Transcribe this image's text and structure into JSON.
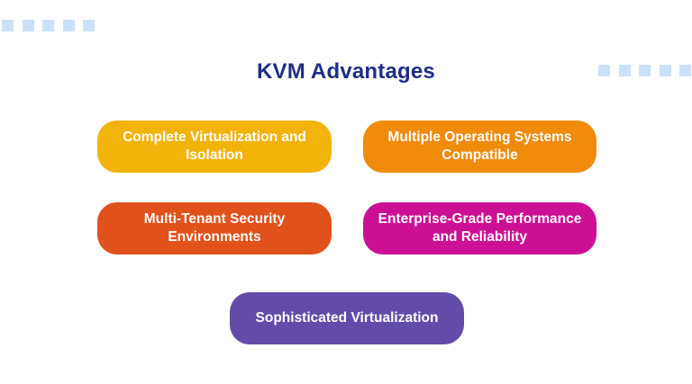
{
  "page": {
    "background_color": "#ffffff"
  },
  "title": {
    "text": "KVM Advantages",
    "color": "#1e2e87"
  },
  "decor": {
    "square_color": "#cbe0fa",
    "top_left_square_count": 5,
    "mid_right_square_count": 5
  },
  "cards": [
    {
      "label": "Complete Virtualization and Isolation",
      "color": "#f2b30b"
    },
    {
      "label": "Multiple Operating Systems Compatible",
      "color": "#f08b0c"
    },
    {
      "label": "Multi-Tenant Security Environments",
      "color": "#e1511c"
    },
    {
      "label": "Enterprise-Grade Performance and Reliability",
      "color": "#cc1096"
    },
    {
      "label": "Sophisticated Virtualization",
      "color": "#634ca9"
    }
  ]
}
